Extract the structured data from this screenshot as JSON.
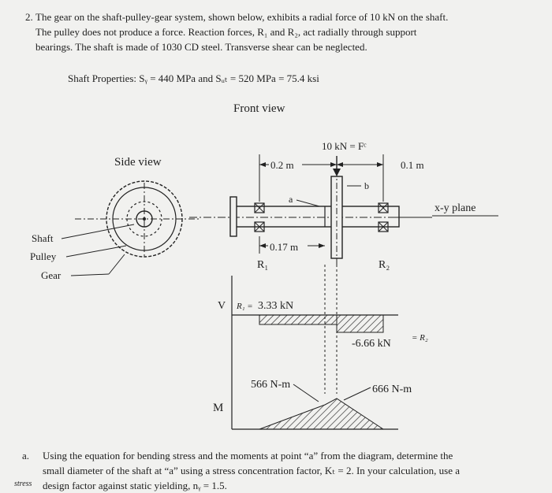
{
  "problem": {
    "number": "2.",
    "lines": [
      "The gear on the shaft-pulley-gear system, shown below, exhibits a radial force of 10 kN on the shaft.",
      "The pulley does not produce a force. Reaction forces, R₁ and R₂, act radially through support",
      "bearings. The shaft is made of 1030 CD steel. Transverse shear can be neglected."
    ],
    "properties": "Shaft Properties: Sᵧ = 440 MPa and Sᵤₜ = 520 MPa = 75.4 ksi"
  },
  "figure": {
    "front_view_title": "Front view",
    "side_view_title": "Side view",
    "force_label": "10 kN = Fᶜ",
    "dim_left": "0.2 m",
    "dim_right": "0.1 m",
    "dim_bottom": "0.17 m",
    "point_a": "a",
    "point_b": "b",
    "plane_label": "x-y plane",
    "reaction_1": "R₁",
    "reaction_2": "R₂",
    "shaft_label": "Shaft",
    "pulley_label": "Pulley",
    "gear_label": "Gear",
    "shear_axis": "V",
    "shear_positive": "3.33 kN",
    "shear_negative": "-6.66 kN",
    "moment_axis": "M",
    "moment_at_a": "566 N-m",
    "moment_max": "666 N-m",
    "handwritten_r1": "R₁ =",
    "handwritten_r2": "= R₂"
  },
  "question": {
    "letter": "a.",
    "lines": [
      "Using the equation for bending stress and the moments at point “a” from the diagram, determine the",
      "small diameter of the shaft at “a” using a stress concentration factor, Kₜ = 2. In your calculation, use a",
      "design factor against static yielding, nᵧ = 1.5."
    ],
    "handwritten_margin": "stress"
  }
}
